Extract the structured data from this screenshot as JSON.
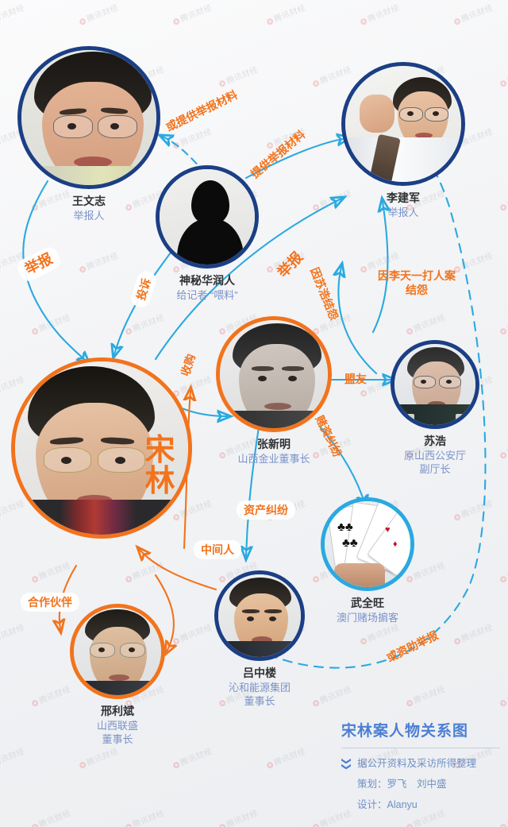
{
  "title": "宋林案人物关系图",
  "colors": {
    "orange": "#f2731c",
    "blue_ring": "#1b3f85",
    "cyan": "#2aa9e0",
    "role_text": "#7b93c9",
    "footer_blue": "#4b7fd4",
    "background": "#f2f3f5"
  },
  "watermark": {
    "text": "腾讯财经"
  },
  "nodes": [
    {
      "id": "wangwenzhi",
      "name": "王文志",
      "role": [
        "举报人"
      ],
      "ring": "blue"
    },
    {
      "id": "mystery",
      "name": "神秘华润人",
      "role": [
        "给记者 “喂料”"
      ],
      "ring": "blue"
    },
    {
      "id": "lijianjun",
      "name": "李建军",
      "role": [
        "举报人"
      ],
      "ring": "blue"
    },
    {
      "id": "zhangxinming",
      "name": "张新明",
      "role": [
        "山西金业董事长"
      ],
      "ring": "orange"
    },
    {
      "id": "suhao",
      "name": "苏浩",
      "role": [
        "原山西公安厅",
        "副厅长"
      ],
      "ring": "blue"
    },
    {
      "id": "songlin",
      "name": "宋林",
      "role": [],
      "ring": "orange"
    },
    {
      "id": "wuquanwang",
      "name": "武全旺",
      "role": [
        "澳门赌场掮客"
      ],
      "ring": "cyan"
    },
    {
      "id": "luzhonglou",
      "name": "吕中楼",
      "role": [
        "沁和能源集团",
        "董事长"
      ],
      "ring": "blue"
    },
    {
      "id": "xinglibin",
      "name": "邢利斌",
      "role": [
        "山西联盛",
        "董事长"
      ],
      "ring": "orange"
    }
  ],
  "hero_name": "宋林",
  "edges": [
    {
      "id": "e-mystery-wang",
      "label": "或提供举报材料",
      "style": "dashed",
      "color": "#2aa9e0"
    },
    {
      "id": "e-mystery-li",
      "label": "提供举报材料",
      "style": "solid",
      "color": "#2aa9e0"
    },
    {
      "id": "e-wang-song",
      "label": "举报",
      "style": "solid",
      "color": "#2aa9e0"
    },
    {
      "id": "e-mystery-song",
      "label": "投诉",
      "style": "solid",
      "color": "#2aa9e0"
    },
    {
      "id": "e-li-song",
      "label": "举报",
      "style": "solid",
      "color": "#2aa9e0"
    },
    {
      "id": "e-suhao-li",
      "label": "因苏浩结怨",
      "style": "solid",
      "color": "#2aa9e0"
    },
    {
      "id": "e-litianyi",
      "label": "因李天一打人案\n结怨",
      "style": "solid",
      "color": "#2aa9e0"
    },
    {
      "id": "e-zhang-suhao",
      "label": "盟友",
      "style": "solid",
      "color": "#2aa9e0"
    },
    {
      "id": "e-song-zhang",
      "label": "收购",
      "style": "solid",
      "color": "#f2731c"
    },
    {
      "id": "e-zhang-wu",
      "label": "赌资纠纷",
      "style": "solid",
      "color": "#2aa9e0"
    },
    {
      "id": "e-zhang-lu",
      "label": "资产纠纷",
      "style": "solid",
      "color": "#2aa9e0"
    },
    {
      "id": "e-lu-song",
      "label": "中间人",
      "style": "solid",
      "color": "#f2731c"
    },
    {
      "id": "e-song-xing",
      "label": "合作伙伴",
      "style": "solid",
      "color": "#f2731c"
    },
    {
      "id": "e-wu-li",
      "label": "或资助举报",
      "style": "dashed",
      "color": "#2aa9e0"
    }
  ],
  "edge_labels": {
    "huo_tigong": "或提供举报材料",
    "tigong": "提供举报材料",
    "jubao_left": "举报",
    "toushu": "投诉",
    "jubao_mid": "举报",
    "yinsuhao": "因苏浩结怨",
    "litianyi_l1": "因李天一打人案",
    "litianyi_l2": "结怨",
    "mengyou": "盟友",
    "shougou": "收购",
    "duzi": "赌资纠纷",
    "zichan": "资产纠纷",
    "zhongjianren": "中间人",
    "hezuo": "合作伙伴",
    "zizhu": "或资助举报"
  },
  "footer": {
    "title": "宋林案人物关系图",
    "source": "据公开资料及采访所得整理",
    "producer": "策划：罗飞　刘中盛",
    "designer": "设计：Alanyu",
    "chevron": "〉〉"
  }
}
